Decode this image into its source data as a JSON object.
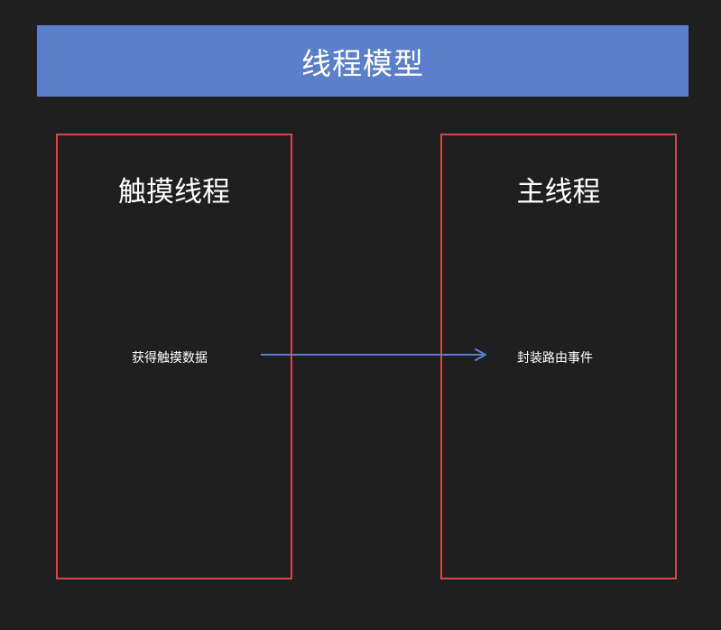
{
  "title": "线程模型",
  "colors": {
    "background": "#1f1f1f",
    "banner": "#5b7fca",
    "panel_border": "#d9474b",
    "arrow": "#5b7fca",
    "text": "#ffffff"
  },
  "panels": [
    {
      "title": "触摸线程",
      "step": "获得触摸数据"
    },
    {
      "title": "主线程",
      "step": "封装路由事件"
    }
  ],
  "arrow": {
    "from": "获得触摸数据",
    "to": "封装路由事件"
  }
}
